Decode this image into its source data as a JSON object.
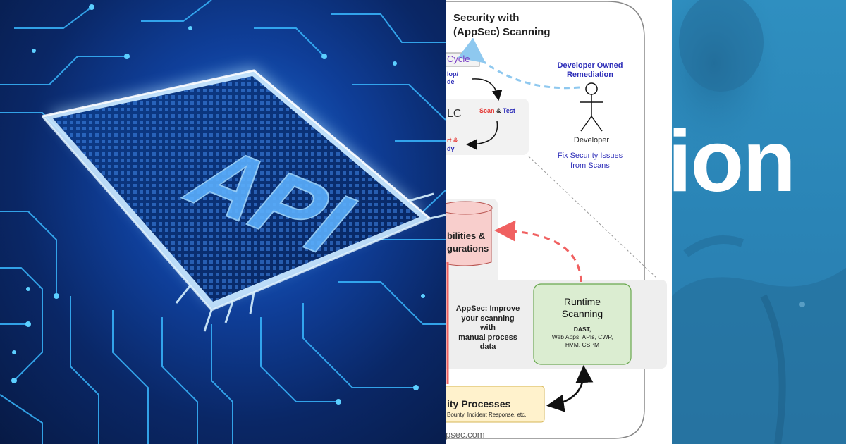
{
  "left_panel": {
    "chip_label": "API",
    "colors": {
      "glow": "#9fd7ff",
      "chip_text": "#6fb8ff",
      "trace": "#39b8ff"
    }
  },
  "diagram": {
    "title_line1": "Security with",
    "title_line2": "(AppSec) Scanning",
    "cycle_label": "Cycle",
    "develop_line1": "lop/",
    "develop_line2": "de",
    "lc_label": "LC",
    "scan_word": "Scan",
    "amp": "&",
    "test_word": "Test",
    "alert_line1": "rt &",
    "alert_line2": "dy",
    "developer_owned_line1": "Developer Owned",
    "developer_owned_line2": "Remediation",
    "developer_label": "Developer",
    "fix_line1": "Fix Security Issues",
    "fix_line2": "from Scans",
    "db_line1": "bilities &",
    "db_line2": "gurations",
    "appsec_lines": [
      "AppSec: Improve",
      "your scanning",
      "with",
      "manual process",
      "data"
    ],
    "runtime_line1": "Runtime",
    "runtime_line2": "Scanning",
    "runtime_detail_lines": [
      "DAST,",
      "Web Apps, APIs, CWP,",
      "HVM, CSPM"
    ],
    "processes_title": "ity Processes",
    "processes_sub": "Bounty, Incident Response, etc.",
    "footer_url": "psec.com",
    "colors": {
      "blue_text": "#2c2cb8",
      "red_text": "#e53935",
      "red_arrow": "#f06060",
      "light_blue_arrow": "#8ec8ef",
      "green_box": "#dbedd1",
      "green_border": "#6aa84f",
      "yellow_box": "#fff2cc",
      "yellow_border": "#d6b656",
      "pink_db": "#f8cecc"
    }
  },
  "right_panel": {
    "overlay_text": "ion",
    "colors": {
      "bg": "#2a84b6",
      "text": "#ffffff"
    }
  }
}
